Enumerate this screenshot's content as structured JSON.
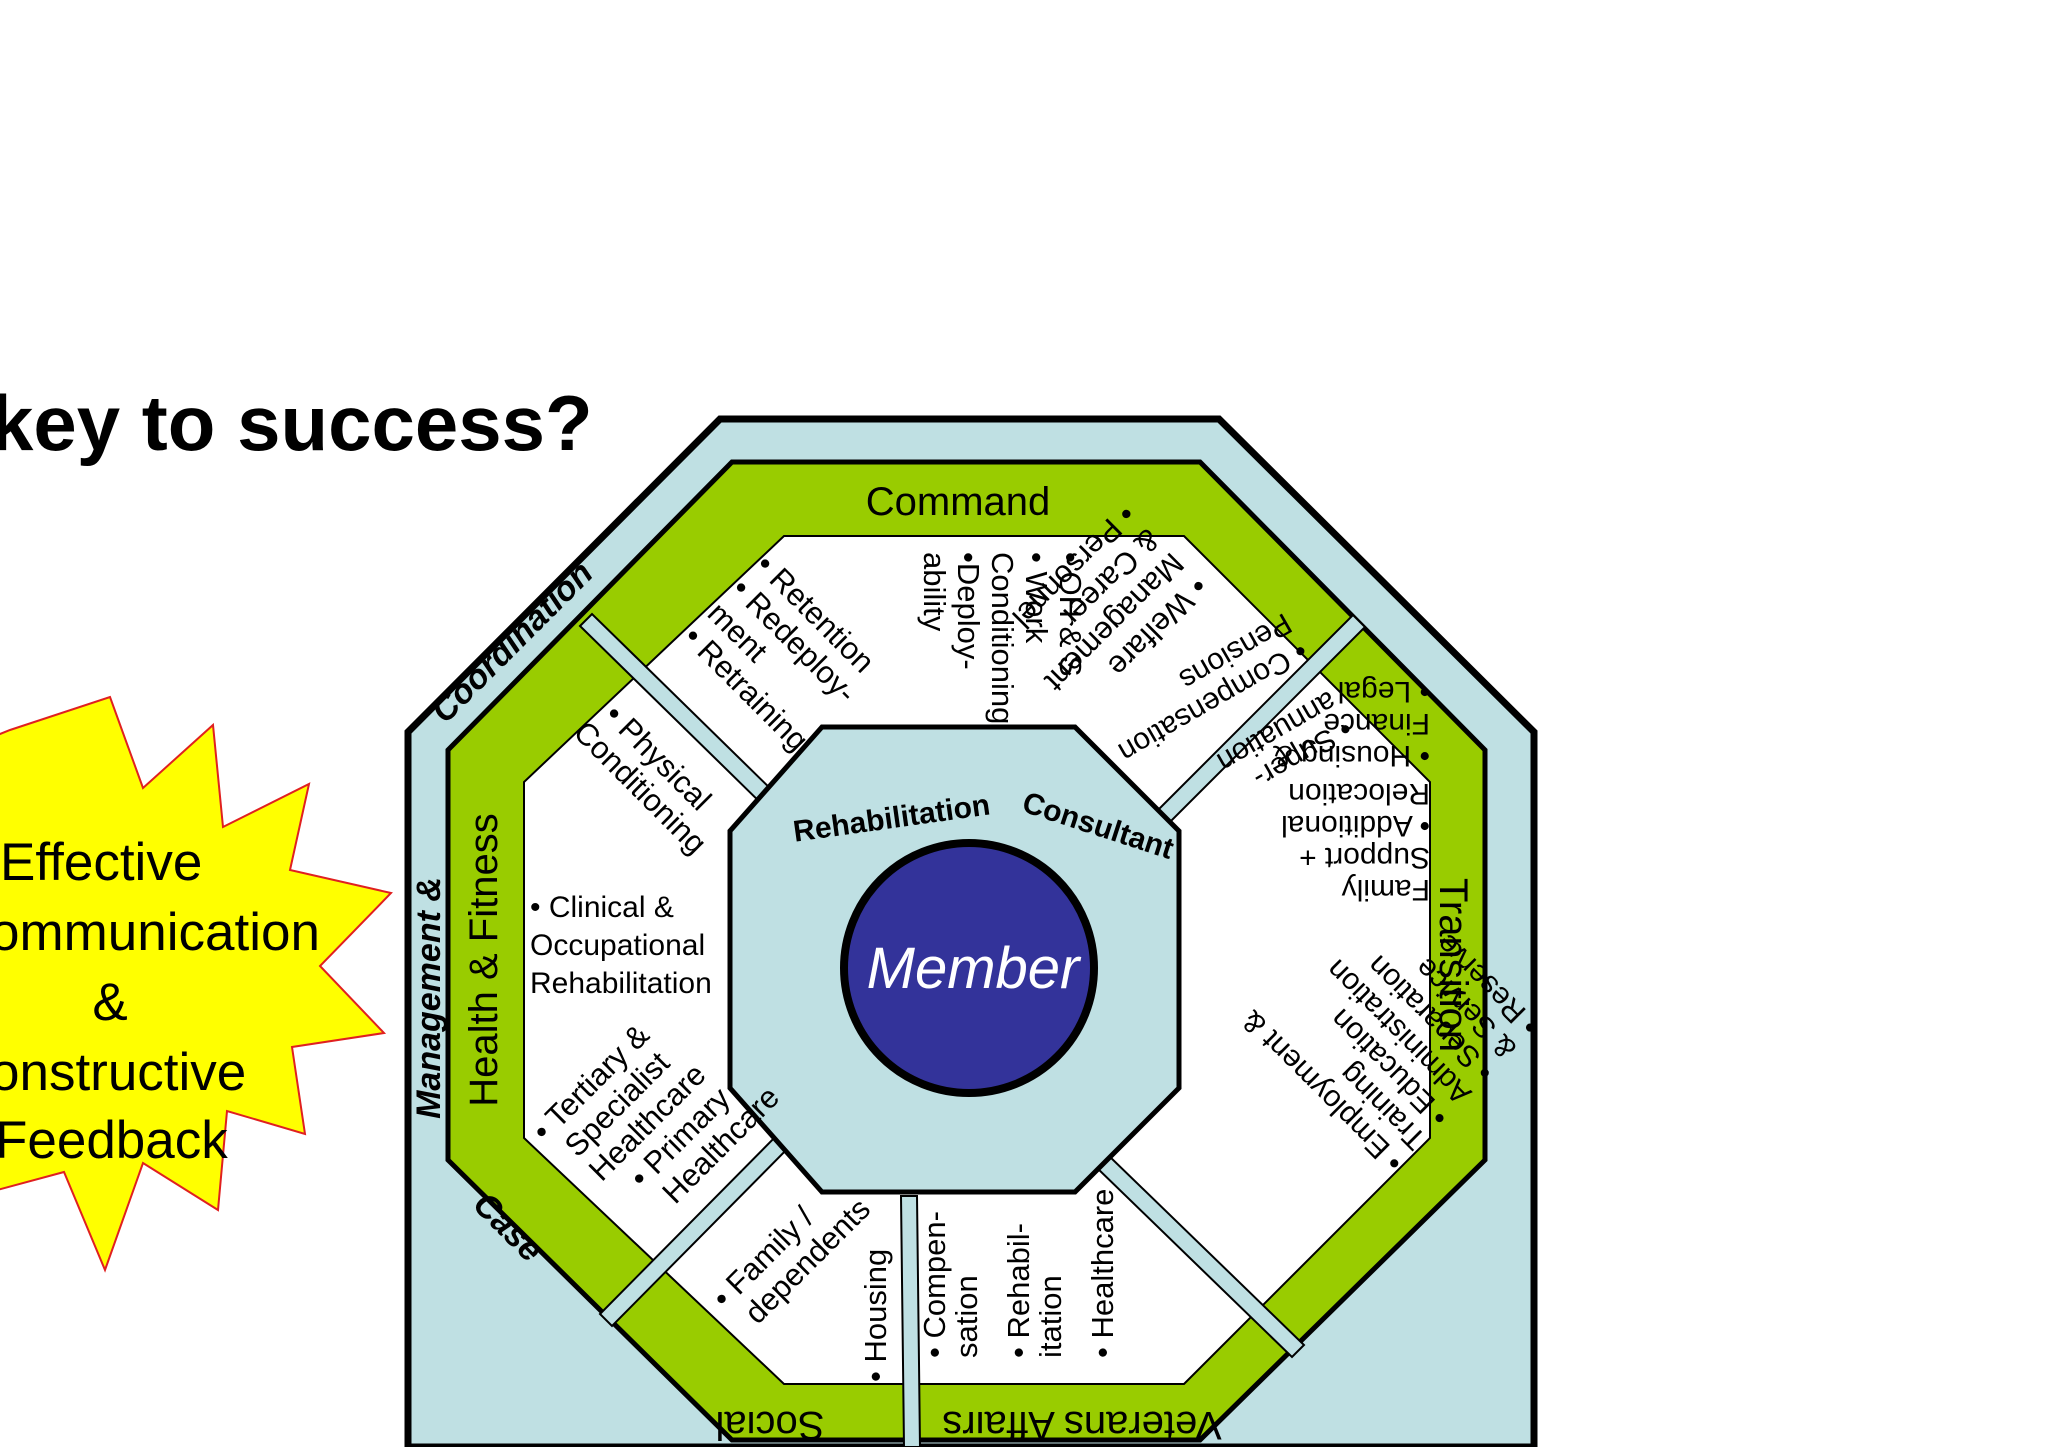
{
  "title": "key to success?",
  "starburst": {
    "lines": [
      "Effective",
      "ommunication",
      "&",
      "onstructive",
      "Feedback"
    ]
  },
  "outer_ring": {
    "words": [
      "Coordination",
      "Management &",
      "Case"
    ]
  },
  "center": {
    "consultant_part1": "Rehabilitation",
    "consultant_part2": "Consultant",
    "member": "Member"
  },
  "sections": {
    "command": {
      "label": "Command"
    },
    "transition": {
      "label": "Transition"
    },
    "veterans": {
      "label": "Veterans Affairs"
    },
    "social": {
      "label": "Social"
    },
    "health": {
      "label": "Health & Fitness"
    }
  },
  "items": {
    "command_left": [
      "• Retention",
      "• Redeploy-",
      "ment",
      "• Retraining"
    ],
    "command_mid": [
      "• OH & S",
      "• Work",
      "Conditioning",
      "•Deploy-",
      "ability"
    ],
    "command_right": [
      "• Welfare",
      "Management",
      "& Career",
      "• Personnel"
    ],
    "transition_top": [
      "• Super-",
      "annuation",
      "• Compensation",
      "Pensions"
    ],
    "transition_mid": [
      "Family",
      "Support +",
      "• Additional",
      "Relocation",
      "• Housing &",
      "Finance",
      "• Legal"
    ],
    "transition_low": [
      "• Employment &",
      "Training",
      "• Education",
      "Administration",
      "• Separation",
      "& Service",
      "• Reserve"
    ],
    "veterans": [
      "• Compen-",
      "sation",
      "• Rehabil-",
      "itation",
      "• Healthcare"
    ],
    "social": [
      "• Family /",
      "dependents",
      "• Housing"
    ],
    "health_top": [
      "• Physical",
      "Conditioning"
    ],
    "health_mid": [
      "• Clinical &",
      "Occupational",
      "Rehabilitation"
    ],
    "health_low": [
      "• Tertiary &",
      "Specialist",
      "Healthcare",
      "• Primary",
      "Healthcare"
    ]
  },
  "colors": {
    "outer_ring": "#bfe0e3",
    "green_ring": "#99cc00",
    "center_octagon": "#bfe0e3",
    "member_circle": "#33339a",
    "starburst": "#ffff00",
    "starburst_stroke": "#e02020"
  }
}
